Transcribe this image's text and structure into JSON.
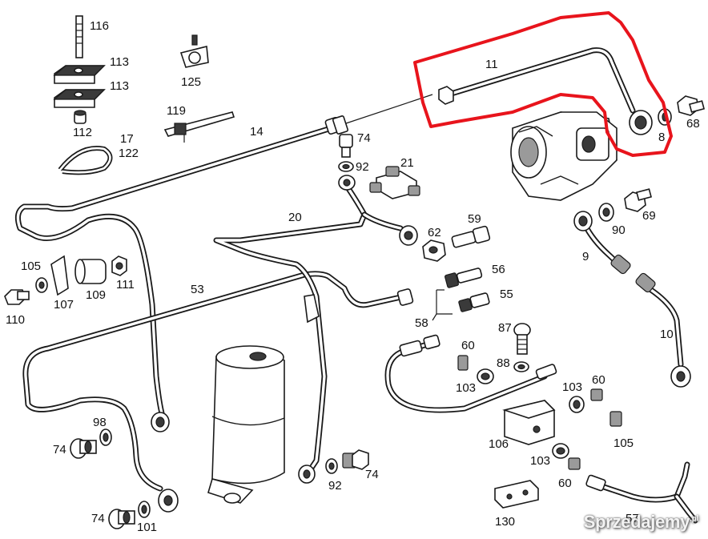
{
  "diagram": {
    "part_numbers": {
      "p116": "116",
      "p113a": "113",
      "p113b": "113",
      "p112": "112",
      "p125": "125",
      "p119": "119",
      "p17": "17",
      "p122": "122",
      "p14": "14",
      "p74a": "74",
      "p92a": "92",
      "p21": "21",
      "p11": "11",
      "p8": "8",
      "p68": "68",
      "p69": "69",
      "p90": "90",
      "p9": "9",
      "p10": "10",
      "p20": "20",
      "p62": "62",
      "p59": "59",
      "p56": "56",
      "p55": "55",
      "p58": "58",
      "p87": "87",
      "p60a": "60",
      "p88": "88",
      "p103a": "103",
      "p103b": "103",
      "p60b": "60",
      "p105a": "105",
      "p106": "106",
      "p103c": "103",
      "p60c": "60",
      "p130": "130",
      "p57": "57",
      "p53": "53",
      "p105b": "105",
      "p107": "107",
      "p109": "109",
      "p111": "111",
      "p110": "110",
      "p98": "98",
      "p74b": "74",
      "p74c": "74",
      "p101": "101",
      "p92b": "92",
      "p74d": "74"
    },
    "highlight_color": "#e8141c"
  },
  "watermark": {
    "text": "Sprzedajemy",
    "suffix": ".pl"
  }
}
